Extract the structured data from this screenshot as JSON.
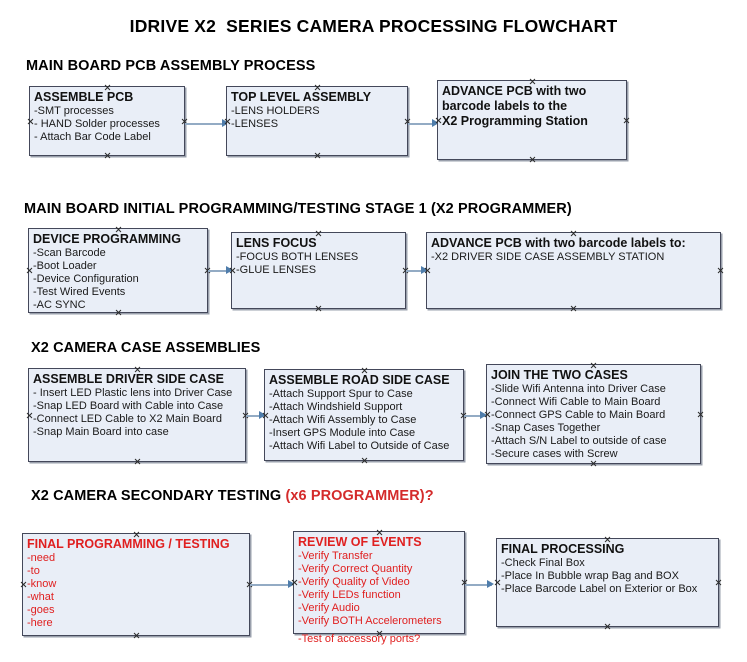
{
  "document": {
    "title": "IDRIVE X2  SERIES CAMERA PROCESSING FLOWCHART"
  },
  "theme": {
    "box_fill": "#e9eef7",
    "box_border": "#44485a",
    "arrow_color": "#93abc4",
    "arrow_head_color": "#4f7dab",
    "text_color": "#000000",
    "accent_red": "#d42b2b",
    "box_red_text": "#e02020"
  },
  "sections": [
    {
      "id": "main-board-pcb-assembly-process",
      "heading": "MAIN BOARD PCB ASSEMBLY PROCESS",
      "heading_accent": "",
      "nodes": [
        {
          "id": "assemble-pcb",
          "title": "ASSEMBLE PCB",
          "lines": [
            "-SMT processes",
            "- HAND Solder processes",
            "- Attach Bar Code Label"
          ],
          "red": false
        },
        {
          "id": "top-level-assembly",
          "title": "TOP LEVEL ASSEMBLY",
          "lines": [
            "-LENS HOLDERS",
            "-LENSES"
          ],
          "red": false
        },
        {
          "id": "advance-pcb-to-x2-programming-station",
          "title": "ADVANCE PCB with two",
          "lines": [
            "barcode labels to the",
            " X2 Programming Station"
          ],
          "red": false
        }
      ]
    },
    {
      "id": "main-board-initial-programming-testing-stage-1",
      "heading": "MAIN BOARD INITIAL PROGRAMMING/TESTING STAGE 1 (X2 PROGRAMMER)",
      "heading_accent": "",
      "nodes": [
        {
          "id": "device-programming",
          "title": "DEVICE PROGRAMMING",
          "lines": [
            "-Scan Barcode",
            "-Boot Loader",
            "-Device Configuration",
            "-Test Wired Events",
            "-AC SYNC"
          ],
          "red": false
        },
        {
          "id": "lens-focus",
          "title": "LENS FOCUS",
          "lines": [
            "-FOCUS BOTH LENSES",
            "-GLUE LENSES"
          ],
          "red": false
        },
        {
          "id": "advance-pcb-to-driver-side-case-assembly",
          "title": "ADVANCE PCB with two barcode labels to:",
          "lines": [
            "-X2 DRIVER  SIDE  CASE  ASSEMBLY STATION"
          ],
          "red": false
        }
      ]
    },
    {
      "id": "x2-camera-case-assemblies",
      "heading": "X2 CAMERA CASE ASSEMBLIES",
      "heading_accent": "",
      "nodes": [
        {
          "id": "assemble-driver-side-case",
          "title": "ASSEMBLE DRIVER SIDE CASE",
          "lines": [
            "- Insert LED Plastic lens into Driver Case",
            "-Snap LED Board with Cable into Case",
            "-Connect LED Cable to X2 Main Board",
            "-Snap Main Board into case"
          ],
          "red": false
        },
        {
          "id": "assemble-road-side-case",
          "title": "ASSEMBLE ROAD SIDE CASE",
          "lines": [
            "-Attach Support Spur to Case",
            "-Attach Windshield Support",
            "-Attach Wifi Assembly to Case",
            "-Insert GPS Module into Case",
            "-Attach Wifi Label to Outside of Case"
          ],
          "red": false
        },
        {
          "id": "join-the-two-cases",
          "title": "JOIN THE TWO CASES",
          "lines": [
            "-Slide Wifi Antenna into Driver Case",
            "-Connect Wifi Cable to Main Board",
            "-Connect GPS Cable to Main Board",
            "-Snap Cases Together",
            "-Attach S/N Label to outside of case",
            "-Secure cases with Screw"
          ],
          "red": false
        }
      ]
    },
    {
      "id": "x2-camera-secondary-testing",
      "heading": "X2 CAMERA SECONDARY TESTING ",
      "heading_accent": "(x6 PROGRAMMER)?",
      "nodes": [
        {
          "id": "final-programming-testing",
          "title": "FINAL PROGRAMMING / TESTING",
          "lines": [
            "-need",
            "-to",
            "-know",
            "-what",
            "-goes",
            "-here"
          ],
          "red": true
        },
        {
          "id": "review-of-events",
          "title": "REVIEW OF EVENTS",
          "lines": [
            "-Verify Transfer",
            "-Verify Correct Quantity",
            "-Verify Quality of Video",
            "-Verify LEDs function",
            "-Verify Audio",
            "-Verify BOTH Accelerometers"
          ],
          "overflow_line": "-Test of accessory ports?",
          "red": true
        },
        {
          "id": "final-processing",
          "title": "FINAL PROCESSING",
          "lines": [
            " -Check Final Box",
            "-Place In Bubble wrap Bag and BOX",
            "-Place Barcode Label on Exterior or Box"
          ],
          "red": false
        }
      ]
    }
  ]
}
